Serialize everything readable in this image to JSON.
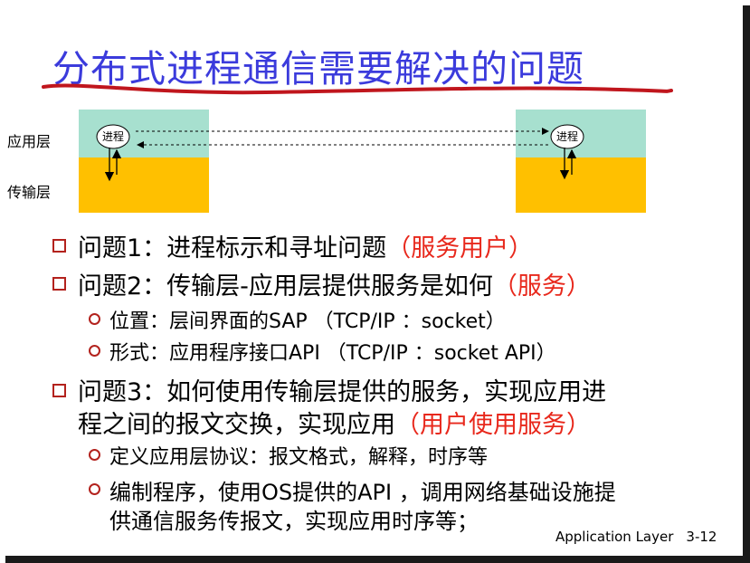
{
  "title": "分布式进程通信需要解决的问题",
  "diagram": {
    "app_layer_label": "应用层",
    "transport_layer_label": "传输层",
    "left_process_label": "进程",
    "right_process_label": "进程"
  },
  "bullets": {
    "q1": {
      "text": "问题1：进程标示和寻址问题",
      "highlight": "（服务用户）"
    },
    "q2": {
      "text": "问题2：传输层-应用层提供服务是如何",
      "highlight": "（服务）"
    },
    "q2_sub": [
      "位置：层间界面的SAP （TCP/IP ：socket）",
      "形式：应用程序接口API （TCP/IP ：socket API）"
    ],
    "q3": {
      "line1": "问题3：如何使用传输层提供的服务，实现应用进",
      "line2": "程之间的报文交换，实现应用",
      "highlight": "（用户使用服务）"
    },
    "q3_sub": [
      {
        "line1": "定义应用层协议：报文格式，解释，时序等"
      },
      {
        "line1": "编制程序，使用OS提供的API ，调用网络基础设施提",
        "line2": "供通信服务传报文，实现应用时序等；"
      }
    ]
  },
  "footer": {
    "label": "Application Layer",
    "page": "3-12"
  },
  "colors": {
    "title": "#3b3bdc",
    "underline": "#c0161d",
    "highlight": "#e8281c",
    "app_layer": "#a7e0cf",
    "transport_layer": "#ffc000"
  }
}
